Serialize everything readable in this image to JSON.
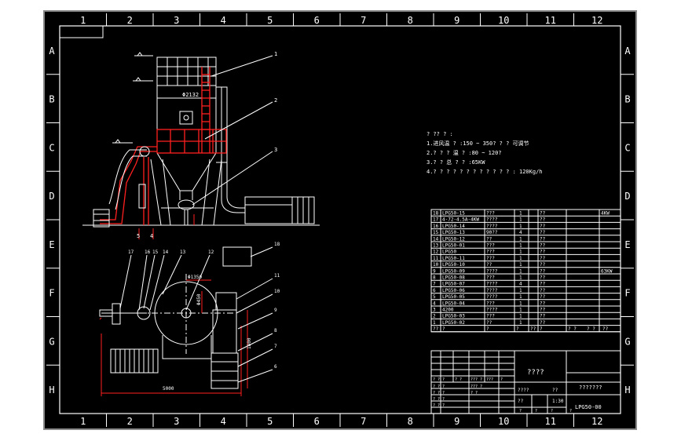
{
  "drawing": {
    "title": "LPG50-00",
    "scale": "1:30",
    "unknown_title": "????",
    "unknown_company": "???????"
  },
  "grid": {
    "columns": [
      "1",
      "2",
      "3",
      "4",
      "5",
      "6",
      "7",
      "8",
      "9",
      "10",
      "11",
      "12"
    ],
    "rows": [
      "A",
      "B",
      "C",
      "D",
      "E",
      "F",
      "G",
      "H"
    ]
  },
  "tech_requirements": {
    "heading": "? ?? ? :",
    "lines": [
      "1.进风温 ? :150 ~ 350? ? ? 可调节",
      "2.? ? ? 温 ? :80 ~ 120?",
      "3.? ? 总 ? ? :65KW",
      "4.? ? ? ? ? ? ? ? ? ? ? ? : 120Kg/h"
    ]
  },
  "dimensions": {
    "top_width": "Φ2132",
    "plan_a": "Φ1350",
    "plan_b": "Φ450",
    "plan_height": "1800",
    "plan_length": "5000"
  },
  "callouts_elevation": [
    "1",
    "2",
    "3"
  ],
  "callouts_plan": [
    "17",
    "16",
    "15",
    "14",
    "13",
    "12",
    "18",
    "11",
    "10",
    "9",
    "8",
    "7",
    "6"
  ],
  "elevation_labels": [
    "4",
    "5"
  ],
  "bom": {
    "rows": [
      {
        "no": "18",
        "code": "LPG50-15",
        "name": "???",
        "qty": "1",
        "mat": "??",
        "note": "4KW"
      },
      {
        "no": "17",
        "code": "4-72-4.5A-4KW",
        "name": "????",
        "qty": "1",
        "mat": "??",
        "note": ""
      },
      {
        "no": "16",
        "code": "LPG50-14",
        "name": "????",
        "qty": "1",
        "mat": "??",
        "note": ""
      },
      {
        "no": "15",
        "code": "LPG50-13",
        "name": "90??",
        "qty": "4",
        "mat": "??",
        "note": ""
      },
      {
        "no": "14",
        "code": "LPG50-12",
        "name": "??",
        "qty": "1",
        "mat": "??",
        "note": ""
      },
      {
        "no": "13",
        "code": "LPG50-01",
        "name": "???",
        "qty": "1",
        "mat": "??",
        "note": ""
      },
      {
        "no": "12",
        "code": "LPG50",
        "name": "???",
        "qty": "1",
        "mat": "??",
        "note": ""
      },
      {
        "no": "11",
        "code": "LPG50-11",
        "name": "???",
        "qty": "1",
        "mat": "??",
        "note": ""
      },
      {
        "no": "10",
        "code": "LPG50-10",
        "name": "??",
        "qty": "1",
        "mat": "??",
        "note": ""
      },
      {
        "no": "9",
        "code": "LPG50-09",
        "name": "????",
        "qty": "1",
        "mat": "??",
        "note": "63KW"
      },
      {
        "no": "8",
        "code": "LPG50-08",
        "name": "???",
        "qty": "1",
        "mat": "??",
        "note": ""
      },
      {
        "no": "7",
        "code": "LPG50-07",
        "name": "????",
        "qty": "4",
        "mat": "??",
        "note": ""
      },
      {
        "no": "6",
        "code": "LPG50-06",
        "name": "????",
        "qty": "1",
        "mat": "??",
        "note": ""
      },
      {
        "no": "5",
        "code": "LPG50-05",
        "name": "????",
        "qty": "1",
        "mat": "??",
        "note": ""
      },
      {
        "no": "4",
        "code": "LPG50-04",
        "name": "???",
        "qty": "1",
        "mat": "??",
        "note": ""
      },
      {
        "no": "3",
        "code": "4200",
        "name": "????",
        "qty": "1",
        "mat": "??",
        "note": ""
      },
      {
        "no": "2",
        "code": "LPG50-03",
        "name": "???",
        "qty": "1",
        "mat": "??",
        "note": ""
      },
      {
        "no": "1",
        "code": "LPG50-02",
        "name": "??",
        "qty": "1",
        "mat": "??",
        "note": ""
      }
    ],
    "header": [
      "??",
      "?",
      "?",
      "?",
      "??",
      "?",
      "? ?",
      "? ?",
      "??"
    ]
  },
  "title_block": {
    "rev_row": [
      "? ?",
      "?",
      "? ?",
      "??? ?",
      "???",
      "?"
    ],
    "sign_rows": [
      [
        "? ?",
        "?",
        "??? ?"
      ],
      [
        "? ?",
        "?",
        "? ?"
      ],
      [
        "? ?",
        "?"
      ],
      [
        "? ?",
        "?"
      ]
    ],
    "weight_labels": [
      "????",
      "??",
      "??"
    ],
    "bottom_labels": [
      "?",
      "?",
      "?",
      "?"
    ]
  }
}
